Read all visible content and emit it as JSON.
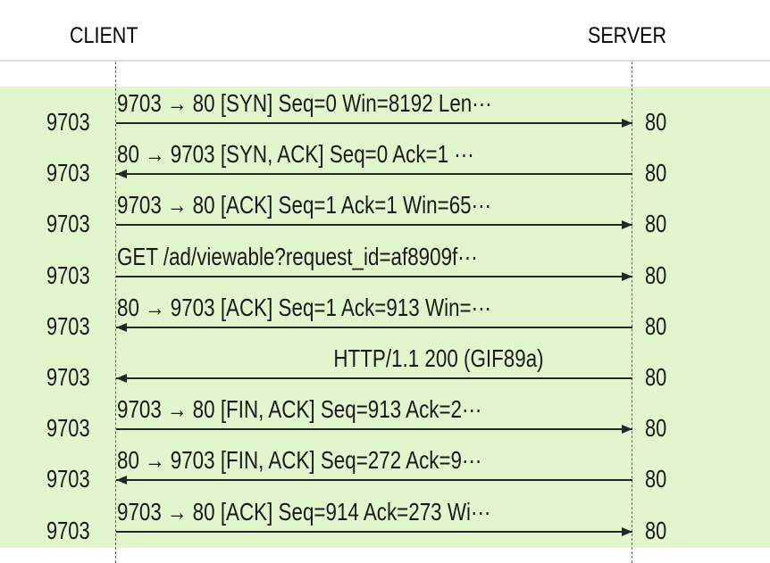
{
  "header": {
    "left_label": "CLIENT",
    "right_label": "SERVER"
  },
  "colors": {
    "highlight": "#e2f6cd",
    "arrow": "#1e2a28"
  },
  "flows": [
    {
      "src_port": "9703",
      "dst_port": "80",
      "direction": "right",
      "label": "9703 → 80 [SYN] Seq=0 Win=8192 Len···"
    },
    {
      "src_port": "9703",
      "dst_port": "80",
      "direction": "left",
      "label": "80 → 9703 [SYN, ACK] Seq=0 Ack=1 ···"
    },
    {
      "src_port": "9703",
      "dst_port": "80",
      "direction": "right",
      "label": "9703 → 80 [ACK] Seq=1 Ack=1 Win=65···"
    },
    {
      "src_port": "9703",
      "dst_port": "80",
      "direction": "right",
      "label": "GET /ad/viewable?request_id=af8909f···"
    },
    {
      "src_port": "9703",
      "dst_port": "80",
      "direction": "left",
      "label": "80 → 9703 [ACK] Seq=1 Ack=913 Win=···"
    },
    {
      "src_port": "9703",
      "dst_port": "80",
      "direction": "left",
      "label": "HTTP/1.1 200   (GIF89a)",
      "centered": true
    },
    {
      "src_port": "9703",
      "dst_port": "80",
      "direction": "right",
      "label": "9703 → 80 [FIN, ACK] Seq=913 Ack=2···"
    },
    {
      "src_port": "9703",
      "dst_port": "80",
      "direction": "left",
      "label": "80 → 9703 [FIN, ACK] Seq=272 Ack=9···"
    },
    {
      "src_port": "9703",
      "dst_port": "80",
      "direction": "right",
      "label": "9703 → 80 [ACK] Seq=914 Ack=273 Wi···"
    }
  ]
}
